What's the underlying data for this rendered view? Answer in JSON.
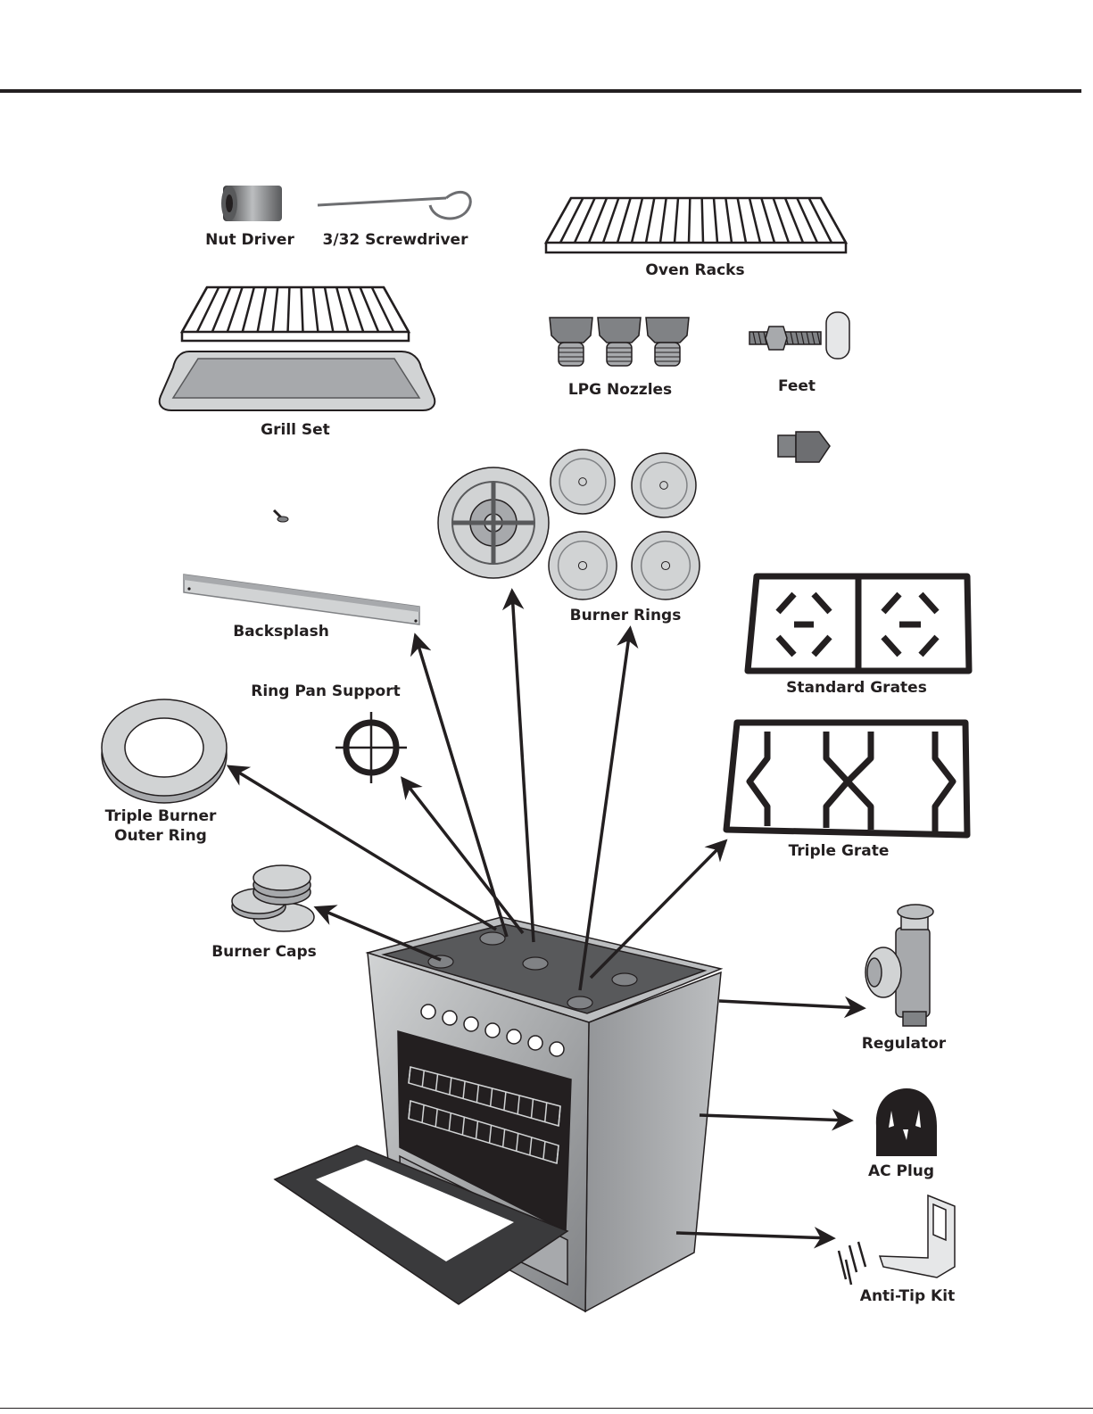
{
  "labels": {
    "nut_driver": "Nut Driver",
    "screwdriver": "3/32 Screwdriver",
    "oven_racks": "Oven Racks",
    "grill_set": "Grill Set",
    "lpg_nozzles": "LPG Nozzles",
    "feet": "Feet",
    "burner_rings": "Burner Rings",
    "backsplash": "Backsplash",
    "ring_pan_support": "Ring Pan Support",
    "standard_grates": "Standard Grates",
    "triple_burner_line1": "Triple Burner",
    "triple_burner_line2": "Outer Ring",
    "triple_grate": "Triple Grate",
    "burner_caps": "Burner Caps",
    "regulator": "Regulator",
    "ac_plug": "AC Plug",
    "anti_tip_kit": "Anti-Tip Kit"
  },
  "colors": {
    "ink": "#231f20",
    "steel": "#a7a9ac",
    "steel_dark": "#6d6e71",
    "steel_light": "#d1d3d4"
  }
}
